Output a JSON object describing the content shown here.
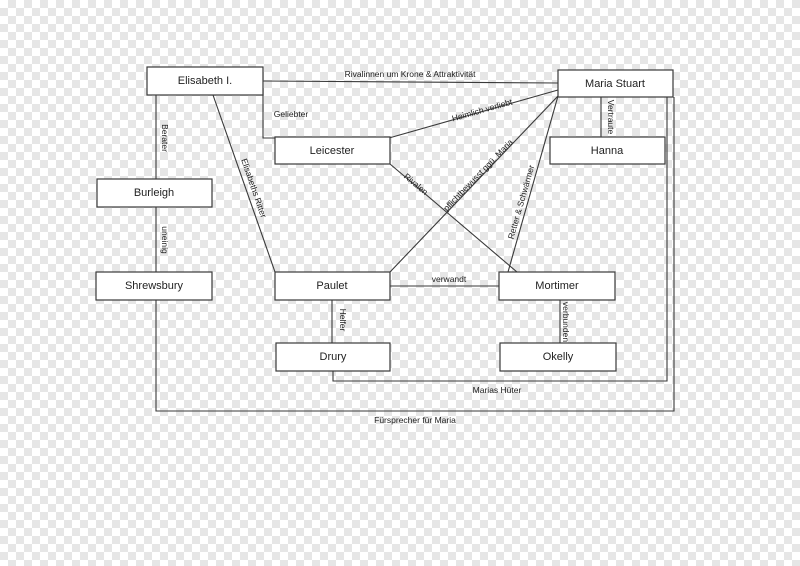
{
  "nodes": {
    "elisabeth": "Elisabeth I.",
    "maria": "Maria Stuart",
    "leicester": "Leicester",
    "hanna": "Hanna",
    "burleigh": "Burleigh",
    "shrewsbury": "Shrewsbury",
    "paulet": "Paulet",
    "mortimer": "Mortimer",
    "drury": "Drury",
    "okelly": "Okelly"
  },
  "edges": {
    "rivalinnen": "Rivalinnen um Krone & Attraktivität",
    "geliebter": "Geliebter",
    "heimlich": "Heimlich verliebt",
    "vertraute": "Vertraute",
    "berater": "Berater",
    "elisabeths_ritter": "Elisabeths Ritter",
    "rivalen": "Rivalen",
    "pflichtbewusst": "pflichtbewusst ggü. Maria",
    "retter": "Retter & Schwärmer",
    "uneinig": "uneinig",
    "verwandt": "verwandt",
    "helfer": "Helfer",
    "verbunden": "verbunden",
    "marias_hueter": "Marias Hüter",
    "fuersprecher": "Fürsprecher für Maria"
  }
}
